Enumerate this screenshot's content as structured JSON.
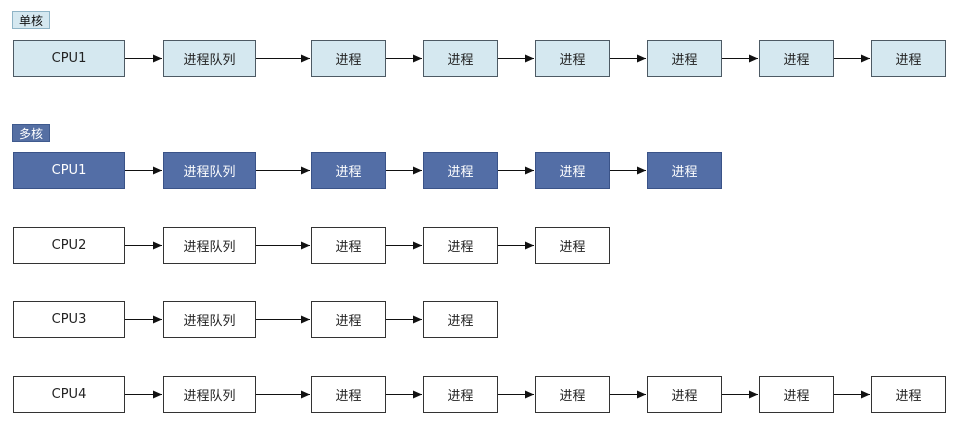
{
  "sections": {
    "single_label": "单核",
    "multi_label": "多核"
  },
  "rows": [
    {
      "id": "single-cpu1",
      "theme": "light",
      "nodes": [
        "CPU1",
        "进程队列",
        "进程",
        "进程",
        "进程",
        "进程",
        "进程",
        "进程"
      ]
    },
    {
      "id": "multi-cpu1",
      "theme": "dark",
      "nodes": [
        "CPU1",
        "进程队列",
        "进程",
        "进程",
        "进程",
        "进程"
      ]
    },
    {
      "id": "multi-cpu2",
      "theme": "white",
      "nodes": [
        "CPU2",
        "进程队列",
        "进程",
        "进程",
        "进程"
      ]
    },
    {
      "id": "multi-cpu3",
      "theme": "white",
      "nodes": [
        "CPU3",
        "进程队列",
        "进程",
        "进程"
      ]
    },
    {
      "id": "multi-cpu4",
      "theme": "white",
      "nodes": [
        "CPU4",
        "进程队列",
        "进程",
        "进程",
        "进程",
        "进程",
        "进程",
        "进程"
      ]
    }
  ]
}
